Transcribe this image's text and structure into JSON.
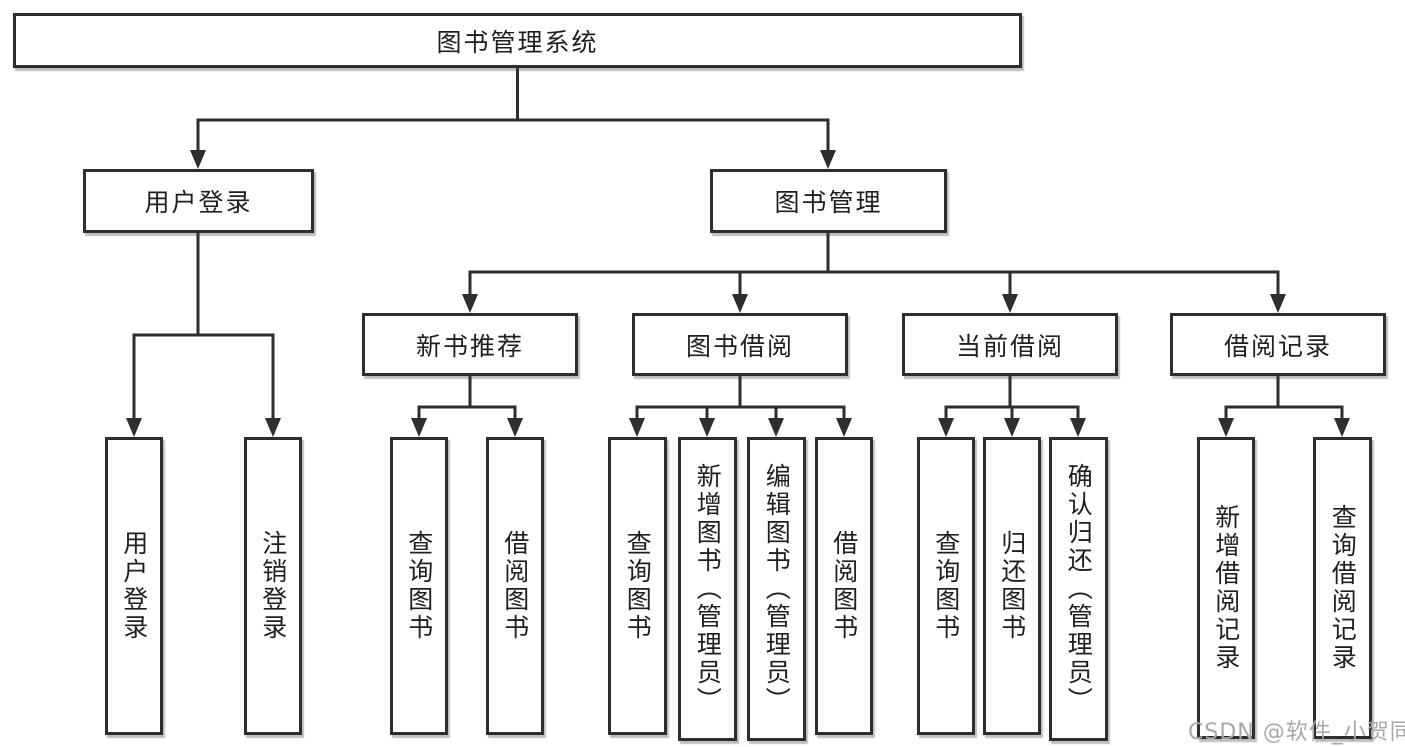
{
  "diagram": {
    "root": {
      "label": "图书管理系统"
    },
    "branches": [
      {
        "label": "用户登录",
        "children": [
          {
            "label": "用户登录"
          },
          {
            "label": "注销登录"
          }
        ]
      },
      {
        "label": "图书管理",
        "children": [
          {
            "label": "新书推荐",
            "children": [
              {
                "label": "查询图书"
              },
              {
                "label": "借阅图书"
              }
            ]
          },
          {
            "label": "图书借阅",
            "children": [
              {
                "label": "查询图书"
              },
              {
                "label": "新增图书（管理员）"
              },
              {
                "label": "编辑图书（管理员）"
              },
              {
                "label": "借阅图书"
              }
            ]
          },
          {
            "label": "当前借阅",
            "children": [
              {
                "label": "查询图书"
              },
              {
                "label": "归还图书"
              },
              {
                "label": "确认归还（管理员）"
              }
            ]
          },
          {
            "label": "借阅记录",
            "children": [
              {
                "label": "新增借阅记录"
              },
              {
                "label": "查询借阅记录"
              }
            ]
          }
        ]
      }
    ]
  },
  "watermark": {
    "text": "CSDN @软件_小贺同学",
    "color": "#a8a8a8"
  },
  "colors": {
    "background": "#ffffff",
    "line": "#2e2e2e",
    "box_border": "#2e2e2e",
    "text": "#1f1f1f"
  }
}
